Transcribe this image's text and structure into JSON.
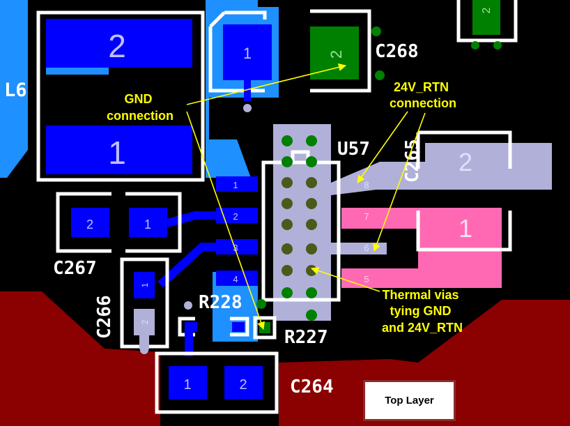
{
  "colors": {
    "background": "#000000",
    "top_copper": "#0000ff",
    "gnd_plane": "#1e90ff",
    "rtn_plane": "#b0b0d8",
    "pink_pad": "#ff69b4",
    "dark_red_pour": "#8b0000",
    "green_pad": "#008000",
    "silkscreen": "#ffffff",
    "annotation": "#ffff00"
  },
  "designators": {
    "l6": "L6",
    "c268": "C268",
    "u57": "U57",
    "c265": "C265",
    "c267": "C267",
    "c266": "C266",
    "r228": "R228",
    "r227": "R227",
    "c264": "C264"
  },
  "pads": {
    "l6_top": "2",
    "l6_bottom": "1",
    "c_top_left": "1",
    "c268": "2",
    "corner_top_right": "2",
    "c267_left": "2",
    "c267_right": "1",
    "c266_top": "1",
    "c266_bottom": "2",
    "c264_left": "1",
    "c264_right": "2",
    "c265_top": "2",
    "c265_bottom": "1"
  },
  "u57_pins": [
    "1",
    "2",
    "3",
    "4",
    "5",
    "6",
    "7",
    "8"
  ],
  "annotations": {
    "gnd": [
      "GND",
      "connection"
    ],
    "rtn": [
      "24V_RTN",
      "connection"
    ],
    "vias": [
      "Thermal vias",
      "tying GND",
      "and 24V_RTN"
    ]
  },
  "legend": {
    "label": "Top Layer"
  }
}
